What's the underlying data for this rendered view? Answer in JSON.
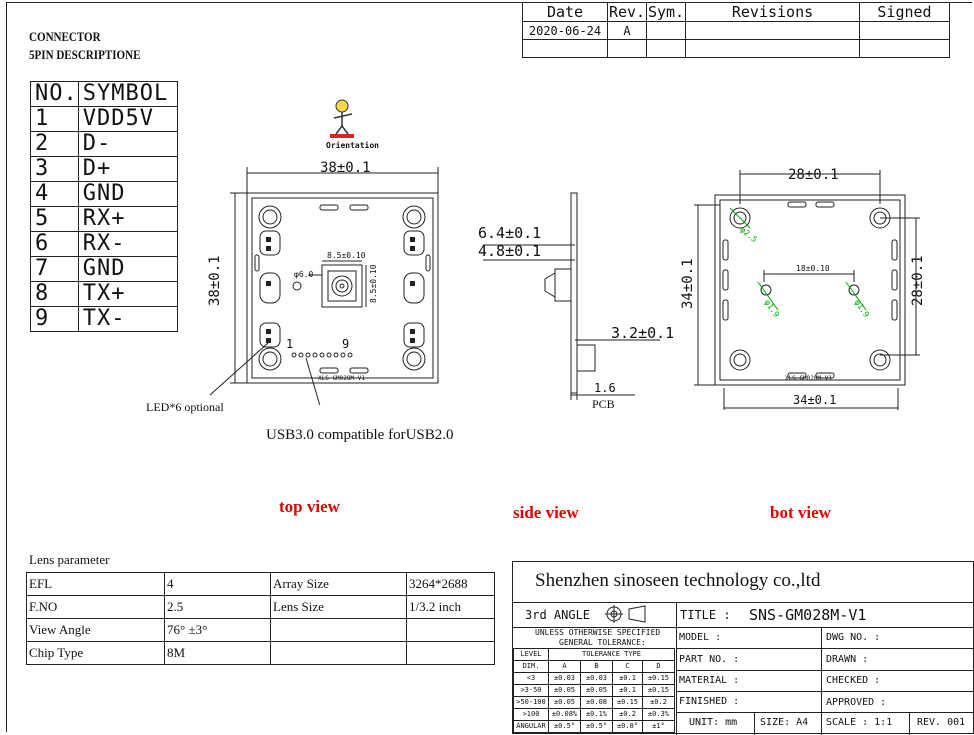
{
  "connector": {
    "title_line1": "CONNECTOR",
    "title_line2": "5PIN DESCRIPTIONE"
  },
  "revision_table": {
    "headers": [
      "Date",
      "Rev.",
      "Sym.",
      "Revisions",
      "Signed"
    ],
    "rows": [
      [
        "2020-06-24",
        "A",
        "",
        "",
        ""
      ],
      [
        "",
        "",
        "",
        "",
        ""
      ]
    ]
  },
  "pin_table": {
    "headers": [
      "NO.",
      "SYMBOL"
    ],
    "rows": [
      [
        "1",
        "VDD5V"
      ],
      [
        "2",
        "D-"
      ],
      [
        "3",
        "D+"
      ],
      [
        "4",
        "GND"
      ],
      [
        "5",
        "RX+"
      ],
      [
        "6",
        "RX-"
      ],
      [
        "7",
        "GND"
      ],
      [
        "8",
        "TX+"
      ],
      [
        "9",
        "TX-"
      ]
    ]
  },
  "drawing": {
    "orientation_label": "Orientation",
    "top_view": {
      "width_dim": "38±0.1",
      "height_dim": "38±0.1",
      "lens_w": "8.5±0.10",
      "lens_h": "8.5±0.10",
      "hole": "φ6.0",
      "pin_first": "1",
      "pin_last": "9",
      "board_label": "XLS-GM028M-V1"
    },
    "side_view": {
      "dim_a": "6.4±0.1",
      "dim_b": "4.8±0.1",
      "dim_c": "3.2±0.1",
      "dim_d": "1.6",
      "pcb": "PCB"
    },
    "bot_view": {
      "top_dim": "28±0.1",
      "right_dim": "28±0.1",
      "left_dim": "34±0.1",
      "bottom_dim": "34±0.1",
      "inner_dim": "18±0.10",
      "hole_big": "φ2.5",
      "hole_small_1": "φ1.9",
      "hole_small_2": "φ1.9",
      "board_label": "XLS-GM028M-V1"
    },
    "led_note": "LED*6 optional",
    "usb_note": "USB3.0 compatible forUSB2.0",
    "labels": {
      "top": "top view",
      "side": "side view",
      "bot": "bot view"
    }
  },
  "lens": {
    "title": "Lens parameter",
    "rows": [
      [
        "EFL",
        "4",
        "Array Size",
        "3264*2688"
      ],
      [
        "F.NO",
        "2.5",
        "Lens Size",
        "1/3.2 inch"
      ],
      [
        "View Angle",
        "76° ±3°",
        "",
        ""
      ],
      [
        "Chip Type",
        "8M",
        "",
        ""
      ]
    ]
  },
  "title_block": {
    "company": "Shenzhen sinoseen technology co.,ltd",
    "angle": "3rd ANGLE",
    "title_label": "TITLE :",
    "title_value": "SNS-GM028M-V1",
    "tol_head1": "UNLESS OTHERWISE SPECIFIED",
    "tol_head2": "GENERAL TOLERANCE:",
    "tol_level": "LEVEL",
    "tol_type": "TOLERANCE TYPE",
    "tol_dim": "DIM.",
    "tol_cols": [
      "A",
      "B",
      "C",
      "D"
    ],
    "tol_rows": [
      [
        "<3",
        "±0.03",
        "±0.03",
        "±0.1",
        "±0.15"
      ],
      [
        ">3-50",
        "±0.05",
        "±0.05",
        "±0.1",
        "±0.15"
      ],
      [
        ">50-100",
        "±0.05",
        "±0.08",
        "±0.15",
        "±0.2"
      ],
      [
        ">100",
        "±0.08%",
        "±0.1%",
        "±0.2",
        "±0.3%"
      ],
      [
        "ANGULAR",
        "±0.5°",
        "±0.5°",
        "±0.8°",
        "±1°"
      ]
    ],
    "model": "MODEL :",
    "dwg_no": "DWG NO. :",
    "part_no": "PART NO. :",
    "drawn": "DRAWN :",
    "material": "MATERIAL :",
    "checked": "CHECKED :",
    "finished": "FINISHED :",
    "approved": "APPROVED :",
    "unit": "UNIT: mm",
    "size": "SIZE: A4",
    "scale": "SCALE : 1:1",
    "rev": "REV. 001"
  }
}
